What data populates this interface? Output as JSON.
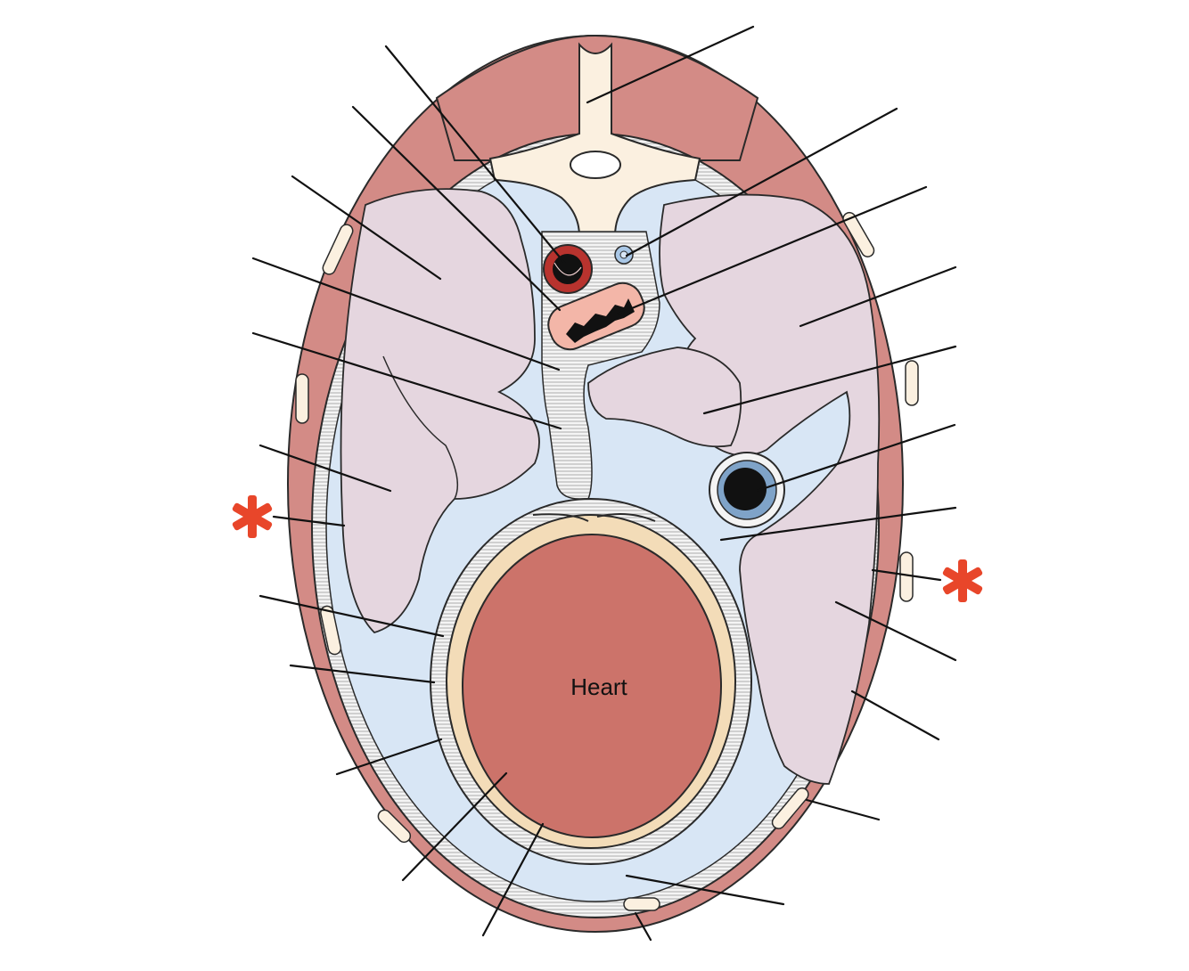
{
  "diagram": {
    "heart_label": "Heart",
    "colors": {
      "muscle": "#d38b86",
      "bone": "#fbf0e0",
      "pleura_fluid": "#d8e6f5",
      "lung": "#e5d6df",
      "heart": "#cc736a",
      "pericardium": "#f3dcb8",
      "aorta_wall": "#b8332e",
      "star": "#e8462a",
      "outline": "#2a2a2a"
    },
    "asterisk_markers": [
      "left-asterisk",
      "right-asterisk"
    ]
  }
}
